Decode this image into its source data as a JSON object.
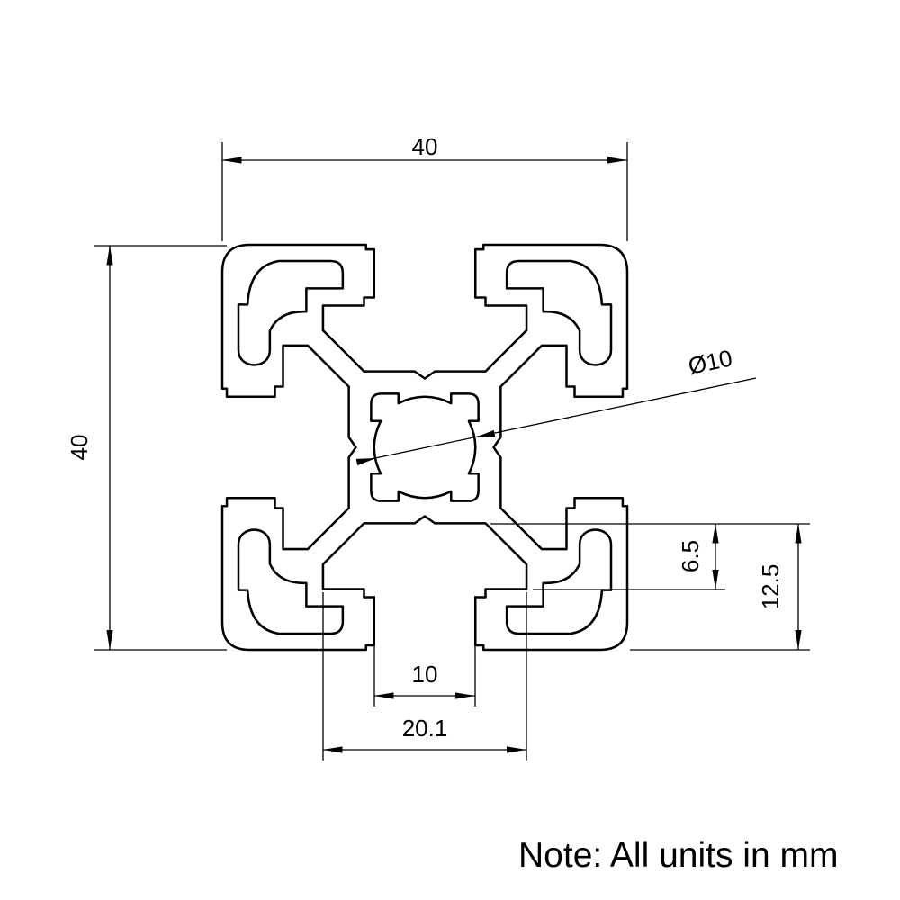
{
  "drawing": {
    "labels": {
      "overall_width": "40",
      "overall_height": "40",
      "bore_diameter": "Ø10",
      "slot_inner_height": "6.5",
      "slot_depth": "12.5",
      "slot_opening": "10",
      "slot_cavity_width": "20.1"
    },
    "note": "Note: All units in mm",
    "line_color": "#000000",
    "background": "#ffffff"
  }
}
